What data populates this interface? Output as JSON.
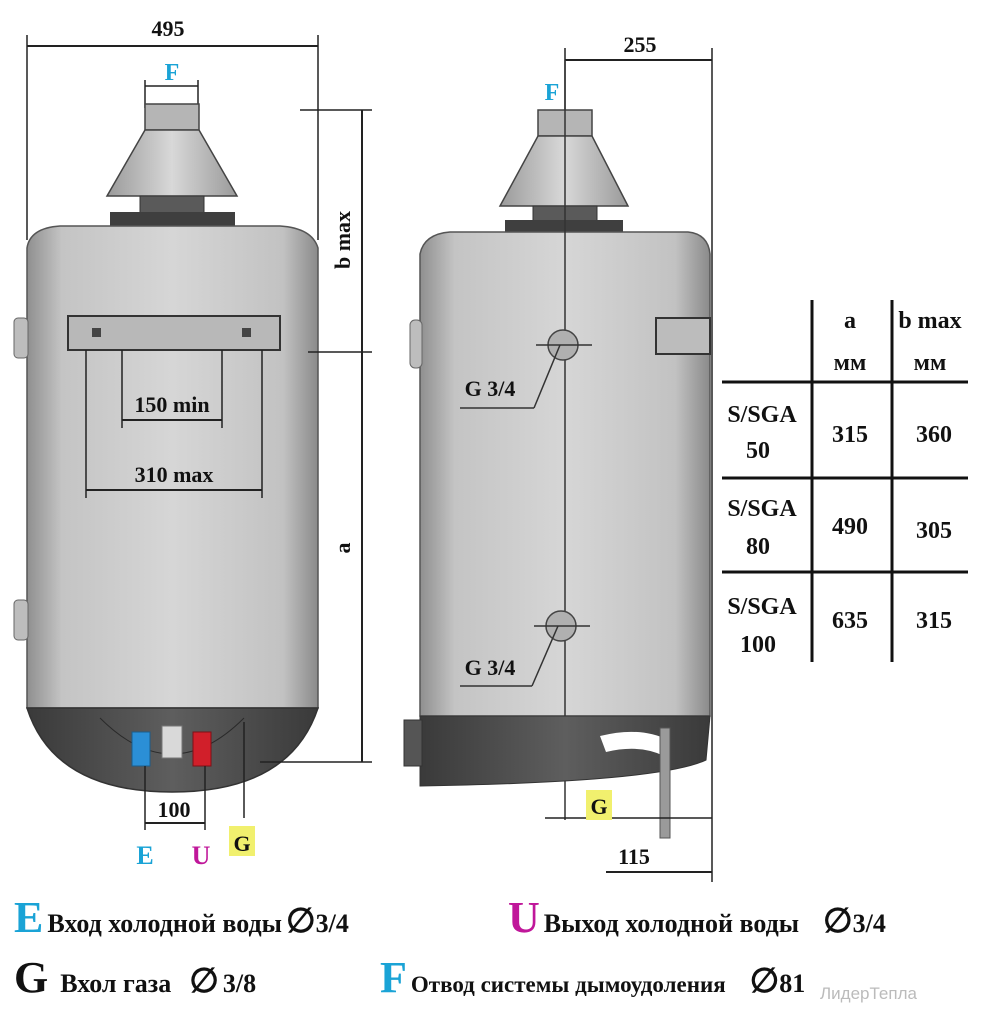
{
  "dimensions": {
    "width_overall": "495",
    "depth": "255",
    "b_max": "b max",
    "a": "a",
    "bracket_min": "150 min",
    "bracket_max": "310 max",
    "inlet_spacing": "100",
    "gas_offset": "115",
    "gas_upper": "G 3/4",
    "gas_lower": "G 3/4"
  },
  "markers": {
    "F": "F",
    "E": "E",
    "U": "U",
    "G": "G"
  },
  "table": {
    "header_a": "a",
    "header_b": "b max",
    "unit_a": "мм",
    "unit_b": "мм",
    "rows": [
      {
        "model_line1": "S/SGA",
        "model_line2": "50",
        "a": "315",
        "b": "360"
      },
      {
        "model_line1": "S/SGA",
        "model_line2": "80",
        "a": "490",
        "b": "305"
      },
      {
        "model_line1": "S/SGA",
        "model_line2": "100",
        "a": "635",
        "b": "315"
      }
    ]
  },
  "legend": [
    {
      "letter": "E",
      "text": "Вход холодной воды",
      "diameter": "3/4",
      "color": "#1aa3d6"
    },
    {
      "letter": "U",
      "text": "Выход холодной воды",
      "diameter": "3/4",
      "color": "#c0179a"
    },
    {
      "letter": "G",
      "text": "Вхол газа",
      "diameter": "3/8",
      "color": "#111111"
    },
    {
      "letter": "F",
      "text": "Отвод системы дымоудоления",
      "diameter": "81",
      "color": "#1aa3d6"
    }
  ],
  "diameter_symbol": "∅",
  "watermark": "ЛидерТепла",
  "colors": {
    "body": "#c9c9c9",
    "base": "#4d4d4d",
    "highlight": "#f1f06e"
  }
}
